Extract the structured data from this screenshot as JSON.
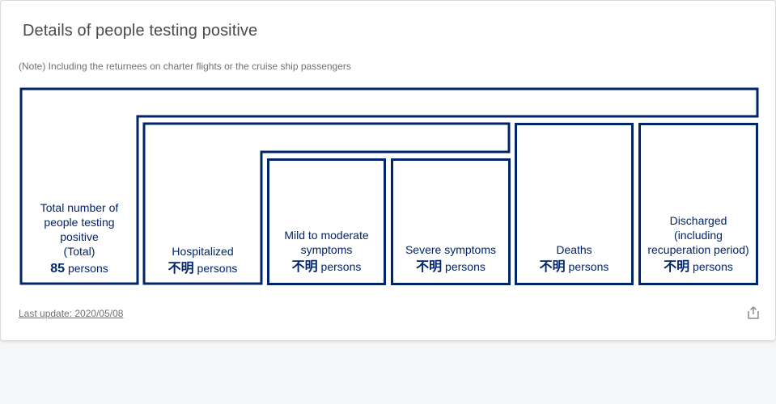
{
  "title": "Details of people testing positive",
  "note": "(Note) Including the returnees on charter flights or the cruise ship passengers",
  "unit": "persons",
  "boxes": {
    "total": {
      "label": "Total number of\npeople testing\npositive\n(Total)",
      "value": "85"
    },
    "hospitalized": {
      "label": "Hospitalized",
      "value": "不明"
    },
    "mild": {
      "label": "Mild to moderate\nsymptoms",
      "value": "不明"
    },
    "severe": {
      "label": "Severe symptoms",
      "value": "不明"
    },
    "deaths": {
      "label": "Deaths",
      "value": "不明"
    },
    "discharged": {
      "label": "Discharged\n(including\nrecuperation period)",
      "value": "不明"
    }
  },
  "footer": {
    "last_update": "Last update: 2020/05/08"
  },
  "colors": {
    "accent": "#00256a",
    "text": "#4a4a4a",
    "muted": "#707070"
  },
  "icons": {
    "share": "share-icon"
  }
}
